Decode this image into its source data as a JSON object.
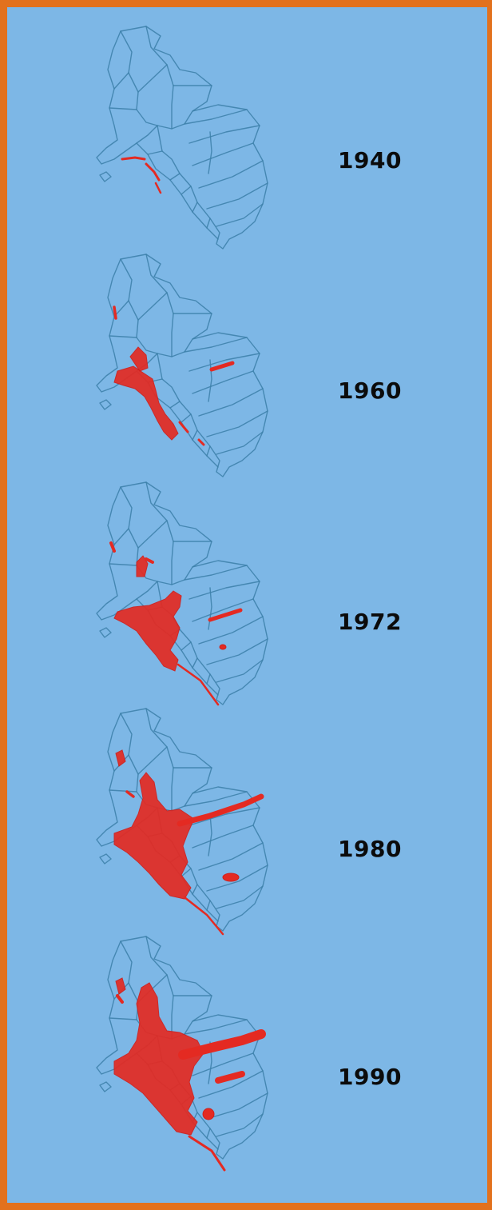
{
  "colors": {
    "frame": "#e2711d",
    "background": "#7db7e6",
    "district_outline": "#3b7fa8",
    "urban_area": "#e42a22",
    "label": "#0b0b0b"
  },
  "maps": [
    {
      "year": "1940",
      "stage": 0
    },
    {
      "year": "1960",
      "stage": 1
    },
    {
      "year": "1972",
      "stage": 2
    },
    {
      "year": "1980",
      "stage": 3
    },
    {
      "year": "1990",
      "stage": 4
    }
  ]
}
